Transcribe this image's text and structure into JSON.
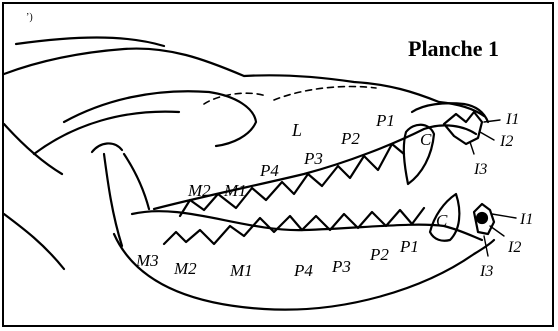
{
  "title": "Planche 1",
  "corner_mark": "’)",
  "labels": {
    "upper": {
      "i1": "I1",
      "i2": "I2",
      "i3": "I3",
      "c": "C",
      "p1": "P1",
      "p2": "P2",
      "p3": "P3",
      "p4": "P4",
      "m1": "M1",
      "m2": "M2",
      "l": "L"
    },
    "lower": {
      "i1": "I1",
      "i2": "I2",
      "i3": "I3",
      "c": "C",
      "p1": "P1",
      "p2": "P2",
      "p3": "P3",
      "p4": "P4",
      "m1": "M1",
      "m2": "M2",
      "m3": "M3"
    }
  }
}
